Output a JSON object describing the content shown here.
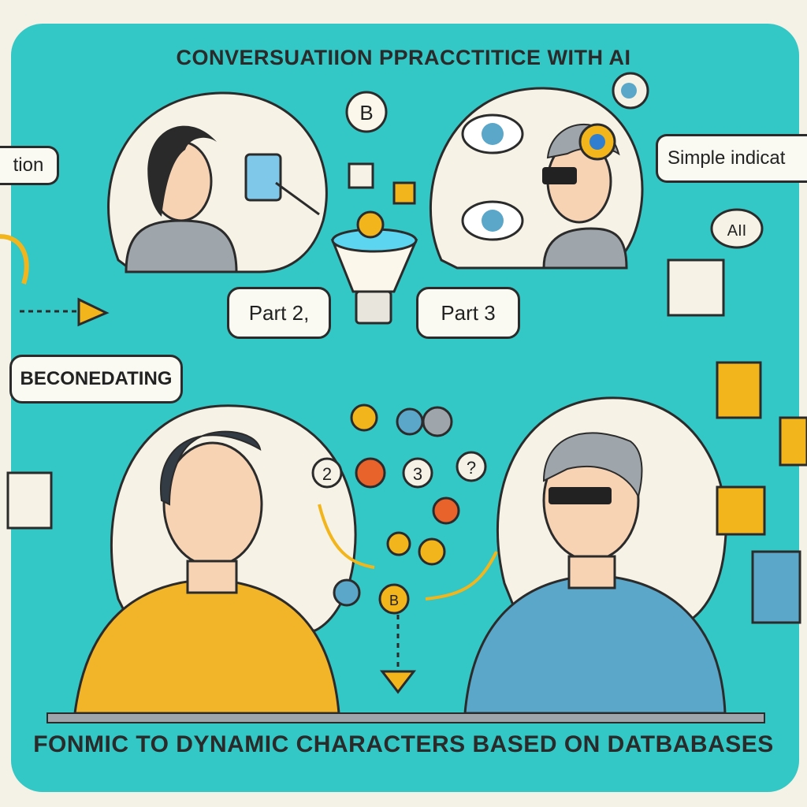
{
  "header": {
    "title": "CONVERSUATIION PPRACCTITICE WITH AI"
  },
  "bubbles": {
    "left_edge": "tion",
    "part2": "Part 2,",
    "part3": "Part 3",
    "beconedating": "BECONEDATING",
    "simple_indicator": "Simple indicat"
  },
  "icon_labels": {
    "bulb_circle": "B",
    "ai_cloud": "AII",
    "flow_node_2": "2",
    "flow_node_3": "3",
    "flow_node_q": "?",
    "flow_node_b": "B"
  },
  "footer": {
    "caption": "FONMIC TO DYNAMIC CHARACTERS BASED ON DATBABASES"
  },
  "colors": {
    "background": "#33c7c6",
    "frame": "#f4f1e6",
    "accent_yellow": "#f2b51c",
    "accent_orange": "#e8622b",
    "shirt_yellow": "#f2b428",
    "shirt_blue": "#5aa7c9",
    "outline": "#2b2b2b"
  }
}
